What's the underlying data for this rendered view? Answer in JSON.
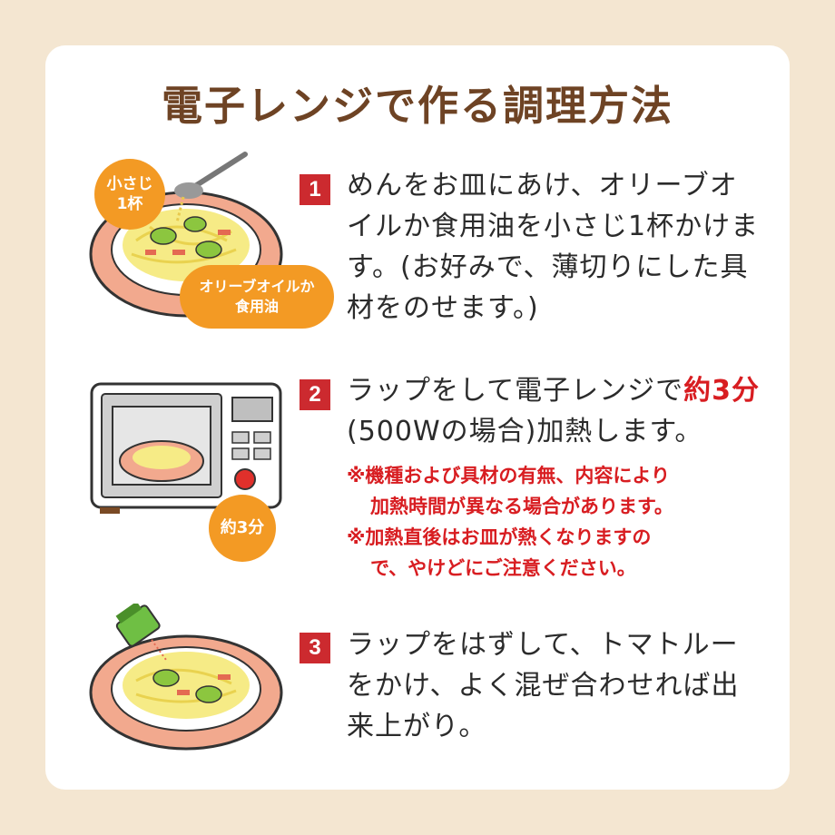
{
  "title": "電子レンジで作る調理方法",
  "steps": [
    {
      "num": "1",
      "text": "めんをお皿にあけ、オリーブオイルか食用油を小さじ1杯かけます。(お好みで、薄切りにした具材をのせます。)",
      "labels": {
        "spoon": "小さじ\n1杯",
        "oil": "オリーブオイルか\n食用油"
      }
    },
    {
      "num": "2",
      "text_a": "ラップをして電子レンジで",
      "text_b": "約3分",
      "text_c": "(500Wの場合)加熱します。",
      "note1_a": "※機種および具材の有無、内容により",
      "note1_b": "加熱時間が異なる場合があります。",
      "note2_a": "※加熱直後はお皿が熱くなりますの",
      "note2_b": "で、やけどにご注意ください。",
      "timer_label": "約3分"
    },
    {
      "num": "3",
      "text": "ラップをはずして、トマトルーをかけ、よく混ぜ合わせれば出来上がり。"
    }
  ],
  "colors": {
    "accent": "#cc2a2f",
    "orange": "#f39a24",
    "title": "#6e4324",
    "bg": "#f4e6d1"
  }
}
